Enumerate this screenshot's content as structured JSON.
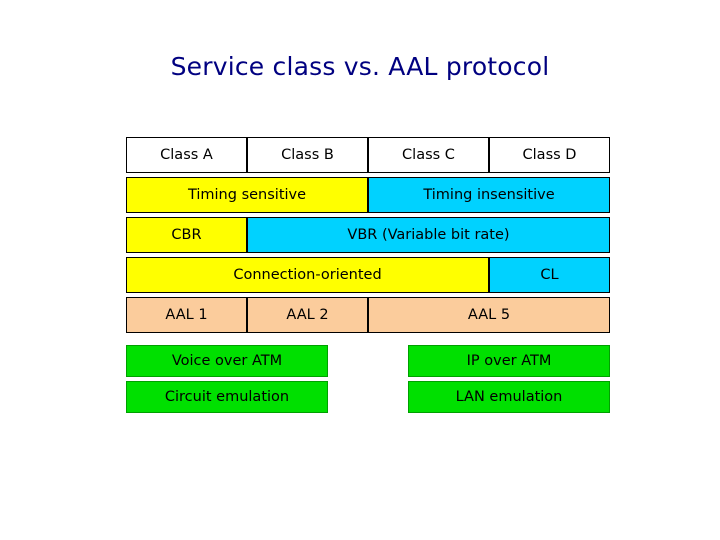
{
  "title": "Service class vs. AAL protocol",
  "table": {
    "row_classes": [
      {
        "label": "Class A",
        "color": "#ffffff"
      },
      {
        "label": "Class B",
        "color": "#ffffff"
      },
      {
        "label": "Class C",
        "color": "#ffffff"
      },
      {
        "label": "Class D",
        "color": "#ffffff"
      }
    ],
    "row_timing": [
      {
        "label": "Timing sensitive",
        "color": "#ffff00",
        "span": 2
      },
      {
        "label": "Timing insensitive",
        "color": "#00d2ff",
        "span": 2
      }
    ],
    "row_rate": [
      {
        "label": "CBR",
        "color": "#ffff00",
        "span": 1
      },
      {
        "label": "VBR (Variable bit rate)",
        "color": "#00d2ff",
        "span": 3
      }
    ],
    "row_connection": [
      {
        "label": "Connection-oriented",
        "color": "#ffff00",
        "span": 3
      },
      {
        "label": "CL",
        "color": "#00d2ff",
        "span": 1
      }
    ],
    "row_aal": [
      {
        "label": "AAL 1",
        "color": "#fbcc9c",
        "span": 1
      },
      {
        "label": "AAL 2",
        "color": "#fbcc9c",
        "span": 1
      },
      {
        "label": "AAL 5",
        "color": "#fbcc9c",
        "span": 2
      }
    ],
    "row_apps_1": [
      {
        "label": "Voice over ATM",
        "color": "#00e000"
      },
      {
        "label": "IP over ATM",
        "color": "#00e000"
      }
    ],
    "row_apps_2": [
      {
        "label": "Circuit emulation",
        "color": "#00e000"
      },
      {
        "label": "LAN emulation",
        "color": "#00e000"
      }
    ]
  },
  "colors": {
    "title": "#000080",
    "yellow": "#ffff00",
    "cyan": "#00d2ff",
    "peach": "#fbcc9c",
    "green": "#00e000",
    "border": "#000000"
  }
}
